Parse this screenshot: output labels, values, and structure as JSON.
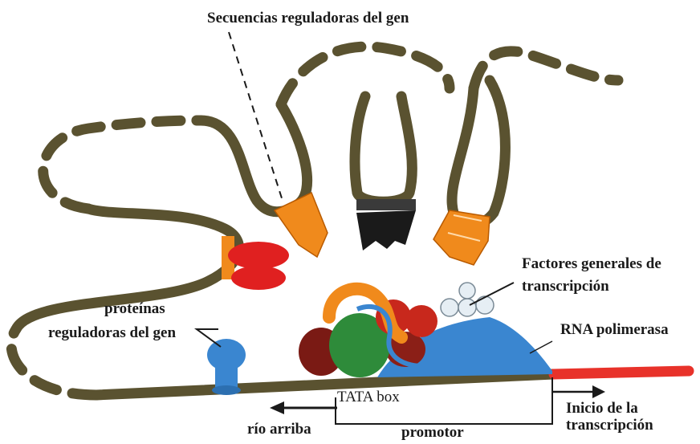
{
  "labels": {
    "regulatory_sequences": "Secuencias reguladoras del gen",
    "general_factors_line1": "Factores generales de",
    "general_factors_line2": "transcripción",
    "rna_polymerase": "RNA polimerasa",
    "regulatory_proteins_line1": "proteínas",
    "regulatory_proteins_line2": "reguladoras del gen",
    "tata_box": "TATA box",
    "upstream": "río arriba",
    "promoter": "promotor",
    "transcription_start_line1": "Inicio de la",
    "transcription_start_line2": "transcripción"
  },
  "colors": {
    "dna": "#5a5230",
    "orange": "#f08a1c",
    "red": "#e02020",
    "black": "#1a1a1a",
    "blue": "#3a86d0",
    "green": "#2e8b3a",
    "dark_red": "#7a1a14",
    "transcribed": "#e8322a"
  }
}
